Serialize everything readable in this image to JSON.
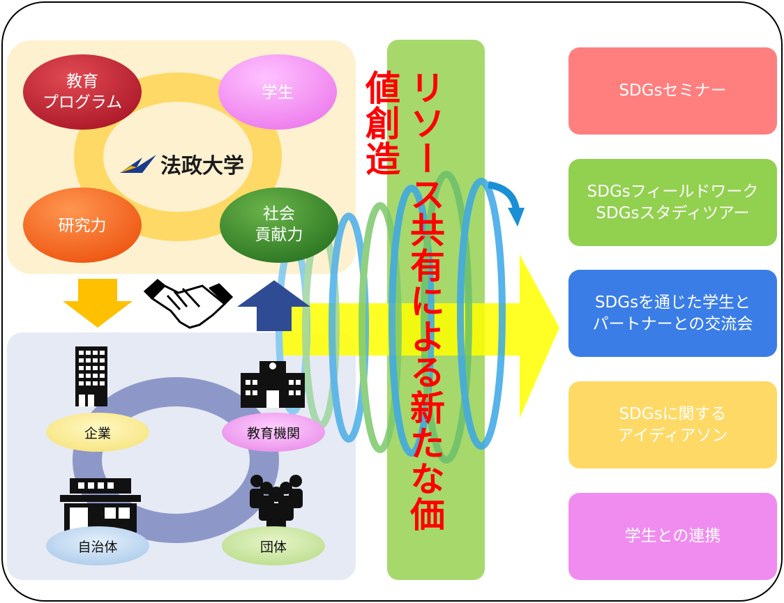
{
  "university": {
    "logo_text": "法政大学",
    "resources": {
      "education_program": [
        "教育",
        "プログラム"
      ],
      "students": "学生",
      "research": "研究力",
      "social_contribution": [
        "社会",
        "貢献力"
      ]
    }
  },
  "partners": {
    "company": "企業",
    "education_institution": "教育機関",
    "municipality": "自治体",
    "organization": "団体"
  },
  "center_banner": "リソース共有による新たな価値創造",
  "outcomes": {
    "seminar": [
      "SDGsセミナー"
    ],
    "fieldwork": [
      "SDGsフィールドワーク",
      "SDGsスタディツアー"
    ],
    "exchange": [
      "SDGsを通じた学生と",
      "パートナーとの交流会"
    ],
    "ideathon": [
      "SDGsに関する",
      "アイディアソン"
    ],
    "students": [
      "学生との連携"
    ]
  },
  "colors": {
    "university_bg": "#fdf1d0",
    "partners_bg": "#e6eaf4",
    "ring_gold": "#ffd966",
    "ring_blue": "#8e98c8",
    "center_band": "#a6d86c",
    "banner_text": "#ff0000",
    "arrow_gold": "#ffc000",
    "arrow_navy": "#2e4b94",
    "arrow_yellow": "#ffff00",
    "seminar": "#ff7f7f",
    "fieldwork": "#92d050",
    "exchange": "#3a7de6",
    "ideathon": "#ffd966",
    "students_card": "#f08cf0"
  },
  "icons": [
    "building-icon",
    "school-icon",
    "shop-icon",
    "people-group-icon",
    "handshake-icon",
    "swirl-arrow-icon"
  ]
}
